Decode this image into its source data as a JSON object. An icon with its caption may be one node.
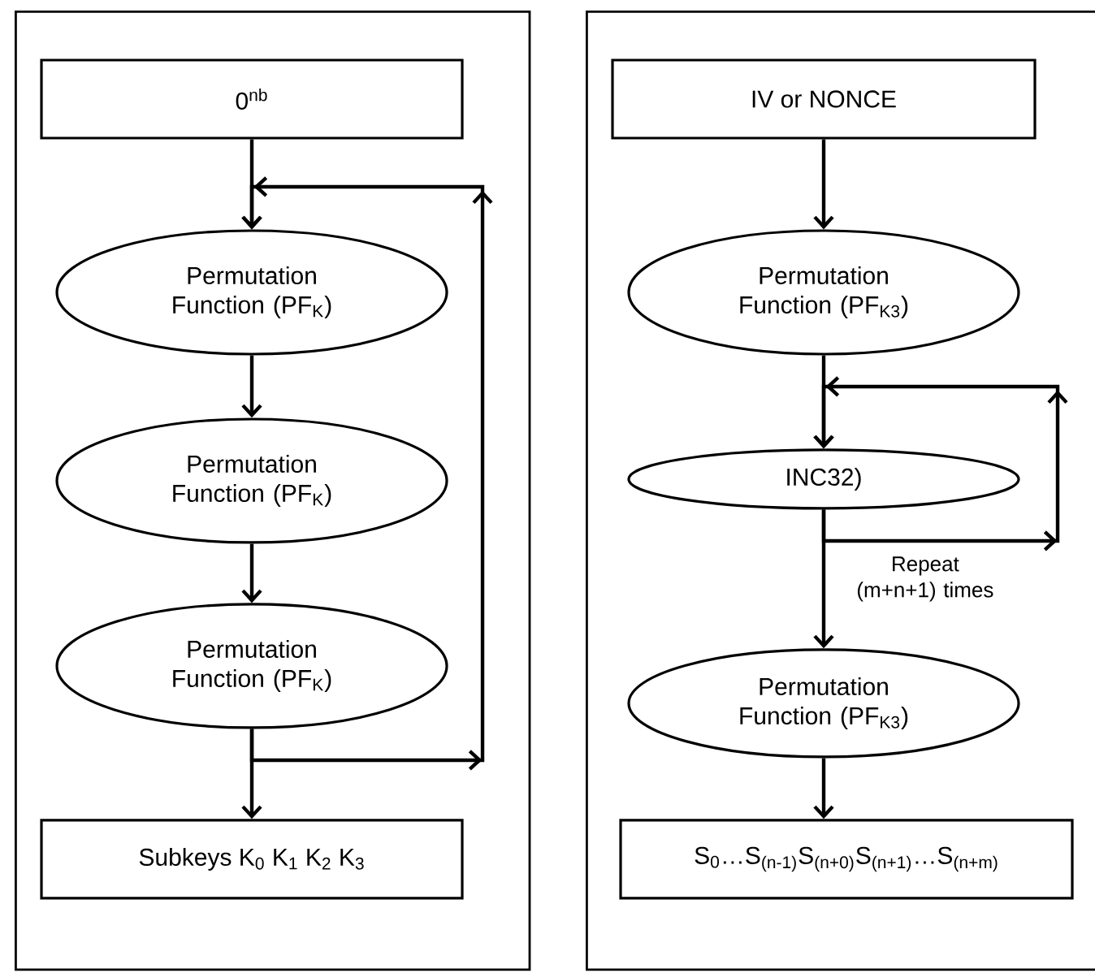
{
  "diagram": {
    "nodes": [
      {
        "text": [],
        "shape": "box"
      },
      {
        "text": [
          "0$^{nb}$"
        ],
        "in": 0
      },
      {
        "text": [
          "Permutation Function (PF$_{K}$)"
        ],
        "in": 0
      },
      {
        "text": [
          "Permutation Function (PF$_{K}$)"
        ],
        "in": 0
      },
      {
        "text": [
          "Permutation Function (PF$_{K}$)"
        ],
        "in": 0
      },
      {
        "text": [
          "Subkeys K$_{0}$ K$_{1}$ K$_{2}$ K$_{3}$"
        ],
        "in": 0
      },
      {
        "text": [],
        "shape": "box"
      },
      {
        "text": [
          "IV or NONCE"
        ],
        "in": 6
      },
      {
        "text": [
          "Permutation Function (PF$_{K3}$)"
        ],
        "in": 6
      },
      {
        "text": [
          "INC32)"
        ],
        "in": 6
      },
      {
        "text": [
          "Permutation Function (PF$_{K3}$)"
        ],
        "in": 6
      },
      {
        "text": [
          "S$_{0}$…S$_{(n-1)}$S$_{(n+0)}$S$_{(n+1)}$…S$_{(n+m)}$"
        ],
        "in": 6
      }
    ],
    "edges": [
      {
        "from": 1,
        "to": 2,
        "arrow": "to"
      },
      {
        "from": 2,
        "to": 3,
        "arrow": "to"
      },
      {
        "from": 3,
        "to": 4,
        "arrow": "to"
      },
      {
        "from": 4,
        "to": 5,
        "arrow": "to"
      },
      {
        "from": 4,
        "to": 2,
        "arrow": "to"
      },
      {
        "from": 7,
        "to": 8,
        "arrow": "to"
      },
      {
        "from": 8,
        "to": 9,
        "arrow": "to"
      },
      {
        "from": 9,
        "to": 9,
        "arrow": "to"
      },
      {
        "from": 9,
        "to": 10,
        "arrow": "to",
        "label": "Repeat (m+n+1) times"
      },
      {
        "from": 10,
        "to": 11,
        "arrow": "to"
      }
    ]
  }
}
